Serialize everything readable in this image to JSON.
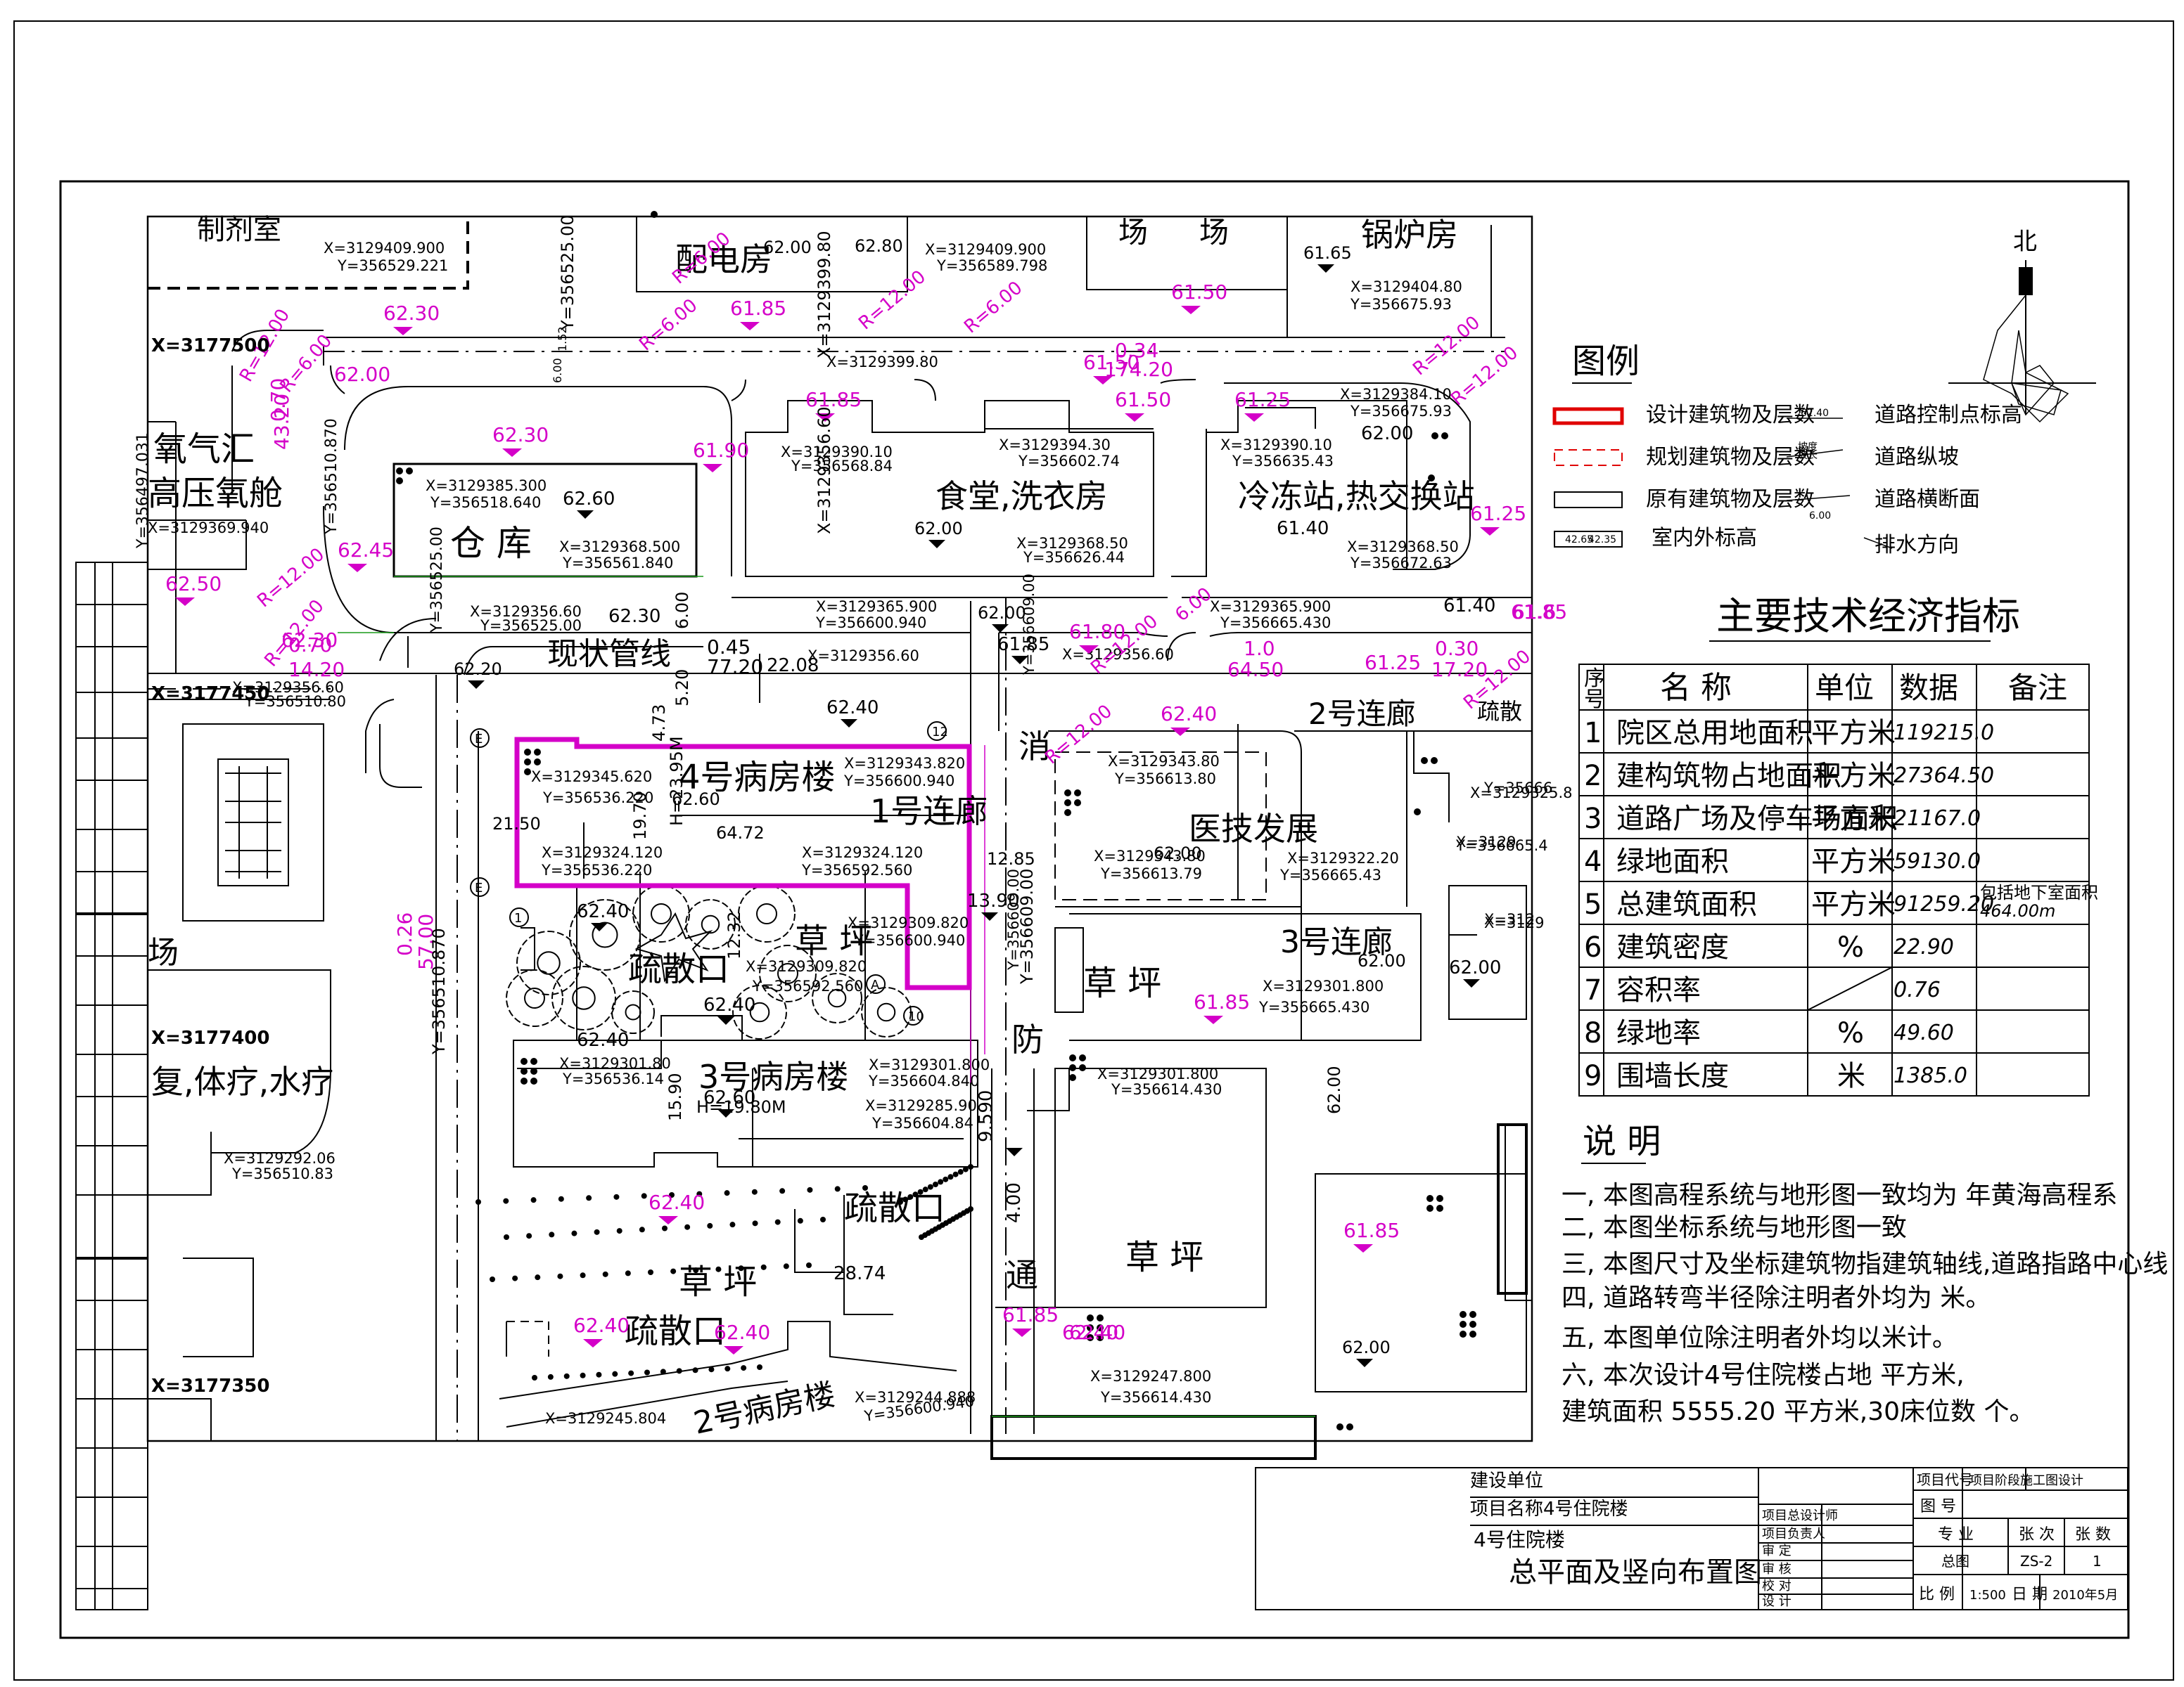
{
  "north": "北",
  "grid_x": [
    "X=3177500",
    "X=3177450",
    "X=3177400",
    "X=3177350"
  ],
  "buildings": [
    {
      "id": "dispensary",
      "label": "制剂室"
    },
    {
      "id": "power",
      "label": "配电房"
    },
    {
      "id": "boiler",
      "label": "锅炉房"
    },
    {
      "id": "field1",
      "label": "场"
    },
    {
      "id": "field2",
      "label": "场"
    },
    {
      "id": "oxygen1",
      "label": "氧气汇"
    },
    {
      "id": "oxygen2",
      "label": "高压氧舱"
    },
    {
      "id": "warehouse",
      "label": "仓  库"
    },
    {
      "id": "canteen",
      "label": "食堂,洗衣房"
    },
    {
      "id": "cold",
      "label": "冷冻站,热交换站"
    },
    {
      "id": "pipe",
      "label": "现状管线"
    },
    {
      "id": "ward4",
      "label": "4号病房楼"
    },
    {
      "id": "corr1",
      "label": "1号连廊"
    },
    {
      "id": "corr2",
      "label": "2号连廊"
    },
    {
      "id": "corr3",
      "label": "3号连廊"
    },
    {
      "id": "medtech",
      "label": "医技发展"
    },
    {
      "id": "ward3",
      "label": "3号病房楼"
    },
    {
      "id": "ward2",
      "label": "2号病房楼"
    },
    {
      "id": "rehab",
      "label": "复,体疗,水疗"
    },
    {
      "id": "evac1",
      "label": "疏散口"
    },
    {
      "id": "evac2",
      "label": "疏散口"
    },
    {
      "id": "evac3",
      "label": "疏散口"
    },
    {
      "id": "lawn1",
      "label": "草  坪"
    },
    {
      "id": "lawn2",
      "label": "草  坪"
    },
    {
      "id": "lawn3",
      "label": "草  坪"
    },
    {
      "id": "lawn4",
      "label": "草  坪"
    },
    {
      "id": "fire1",
      "label": "消"
    },
    {
      "id": "fire2",
      "label": "防"
    },
    {
      "id": "fire3",
      "label": "通"
    },
    {
      "id": "evacsmall",
      "label": "疏散"
    },
    {
      "id": "yang",
      "label": "场"
    }
  ],
  "coords": [
    "X=3129409.900",
    "Y=356529.221",
    "X=3129409.900",
    "Y=356589.798",
    "X=3129404.80",
    "Y=356675.93",
    "X=3129399.80",
    "X=3129385.300",
    "Y=356518.640",
    "X=3129390.10",
    "Y=356568.84",
    "X=3129394.30",
    "Y=356602.74",
    "X=3129390.10",
    "Y=356635.43",
    "X=3129384.10",
    "Y=356675.93",
    "X=3129368.500",
    "Y=356561.840",
    "X=3129368.50",
    "Y=356626.44",
    "X=3129368.50",
    "Y=356672.63",
    "X=3129356.60",
    "Y=356525.00",
    "X=3129365.900",
    "Y=356600.940",
    "X=3129365.900",
    "Y=356665.430",
    "X=3129356.60",
    "X=3129356.60",
    "Y=356609.00",
    "X=3129356.60",
    "Y=356510.80",
    "X=3129345.620",
    "Y=356536.220",
    "X=3129343.820",
    "Y=356600.940",
    "X=3129343.80",
    "Y=356613.80",
    "X=3129343.80",
    "Y=356613.79",
    "X=3129322.20",
    "Y=356665.43",
    "X=3129324.120",
    "Y=356536.220",
    "X=3129324.120",
    "Y=356592.560",
    "X=3129309.820",
    "Y=356600.940",
    "X=3129309.820",
    "Y=356592.560",
    "X=3129301.800",
    "Y=356665.430",
    "X=3129301.80",
    "Y=356536.14",
    "X=3129301.800",
    "Y=356604.840",
    "X=3129301.800",
    "Y=356614.430",
    "X=3129285.90",
    "Y=356604.84",
    "X=3129292.06",
    "Y=356510.83",
    "X=3129247.800",
    "Y=356614.430",
    "X=3129244.888",
    "Y=356600.940",
    "X=3129245.804",
    "X=3129369.940",
    "Y=356497.031",
    "Y=356510.870",
    "Y=356525.00",
    "Y=356609.00",
    "X=3129325.8",
    "Y=35666",
    "X=3129",
    "Y=356665.4",
    "X=312",
    "X=3129"
  ],
  "elevations": [
    "62.30",
    "61.85",
    "61.50",
    "62.00",
    "62.30",
    "61.85",
    "61.90",
    "61.50",
    "61.50",
    "61.25",
    "62.45",
    "62.50",
    "62.30",
    "61.80",
    "61.25",
    "61.25",
    "62.40",
    "61.85",
    "62.40",
    "62.40",
    "62.40",
    "61.85",
    "61.85",
    "61.85",
    "62.40",
    "62.40",
    "61.6",
    "0.34",
    "174.20",
    "0.70",
    "43.20",
    "0.70",
    "14.20",
    "1.0",
    "64.50",
    "0.30",
    "17.20",
    "0.26",
    "57.00",
    "R=6.00",
    "R=6.00",
    "R=6.00",
    "R=12.00",
    "R=12.00",
    "R=12.00",
    "R=12.00",
    "R=12.00",
    "R=12.00",
    "R=6.00",
    "R=12.00",
    "6.00",
    "R=12.00",
    "R=12.00",
    "R=6.00"
  ],
  "black_labels": [
    "62.00",
    "61.65",
    "62.00",
    "62.60",
    "62.00",
    "61.40",
    "62.00",
    "61.40",
    "62.30",
    "62.20",
    "0.45",
    "77.20",
    "22.08",
    "61.85",
    "62.40",
    "62.60",
    "H=23.95M",
    "64.72",
    "19.70",
    "21.50",
    "12.85",
    "62.00",
    "13.90",
    "62.40",
    "62.40",
    "62.60",
    "H=19.80M",
    "15.90",
    "62.40",
    "9.590",
    "4.00",
    "28.74",
    "62.00",
    "62.00",
    "62.00",
    "62.00",
    "5.20",
    "4.73",
    "6.00",
    "12.32",
    "62.80",
    "1.52",
    "6.00",
    "Y=356510.870",
    "Y=356525.00",
    "Y=356609.00",
    "X=3129399.80",
    "X=3129356.60"
  ],
  "legend": {
    "title": "图例",
    "items": [
      "设计建筑物及层数",
      "规划建筑物及层数",
      "原有建筑物及层数",
      "室内外标高",
      "道路控制点标高",
      "道路纵坡",
      "道路横断面",
      "排水方向"
    ],
    "road_vals": [
      "62.40",
      "坡度",
      "坡长",
      "6.00",
      "42.65",
      "42.35"
    ]
  },
  "indicators": {
    "title": "主要技术经济指标",
    "headers": [
      "序号",
      "名    称",
      "单位",
      "数据",
      "备注"
    ],
    "rows": [
      {
        "no": "1",
        "name": "院区总用地面积",
        "unit": "平方米",
        "value": "119215.0",
        "note": ""
      },
      {
        "no": "2",
        "name": "建构筑物占地面积",
        "unit": "平方米",
        "value": "27364.50",
        "note": ""
      },
      {
        "no": "3",
        "name": "道路广场及停车场面积",
        "unit": "平方米",
        "value": "21167.0",
        "note": ""
      },
      {
        "no": "4",
        "name": "绿地面积",
        "unit": "平方米",
        "value": "59130.0",
        "note": ""
      },
      {
        "no": "5",
        "name": "总建筑面积",
        "unit": "平方米",
        "value": "91259.20",
        "note": "包括地下室面积 464.00m"
      },
      {
        "no": "6",
        "name": "建筑密度",
        "unit": "%",
        "value": "22.90",
        "note": ""
      },
      {
        "no": "7",
        "name": "容积率",
        "unit": "",
        "value": "0.76",
        "note": ""
      },
      {
        "no": "8",
        "name": "绿地率",
        "unit": "%",
        "value": "49.60",
        "note": ""
      },
      {
        "no": "9",
        "name": "围墙长度",
        "unit": "米",
        "value": "1385.0",
        "note": ""
      }
    ]
  },
  "notes": {
    "title": "说  明",
    "lines": [
      "一, 本图高程系统与地形图一致均为      年黄海高程系",
      "二, 本图坐标系统与地形图一致",
      "三, 本图尺寸及坐标建筑物指建筑轴线,道路指路中心线",
      "四, 道路转弯半径除注明者外均为      米。",
      "五, 本图单位除注明者外均以米计。",
      "六, 本次设计4号住院楼占地      平方米,",
      "    建筑面积 5555.20      平方米,30床位数     个。"
    ]
  },
  "title_block": {
    "unit": "建设单位",
    "project": "项目名称4号住院楼",
    "drawing_title_1": "4号住院楼",
    "drawing_title_2": "总平面及竖向布置图",
    "roles": [
      "项目总设计师",
      "项目负责人",
      "审  定",
      "审  核",
      "校  对",
      "设  计"
    ],
    "proj_code": "项目代号",
    "stage": "项目阶段施工图设计",
    "drawing_no_label": "图   号",
    "spec": "专  业",
    "sheet_no": "张  次",
    "sheet_count": "张  数",
    "spec_val": "总图",
    "no_val": "ZS-2",
    "count_val": "1",
    "scale_label": "比  例",
    "scale_val": "1:500",
    "date_label": "日  期",
    "date_val": "2010年5月"
  },
  "colors": {
    "design": "#d400c8",
    "legend_red": "#e00000",
    "ink": "#000000"
  }
}
